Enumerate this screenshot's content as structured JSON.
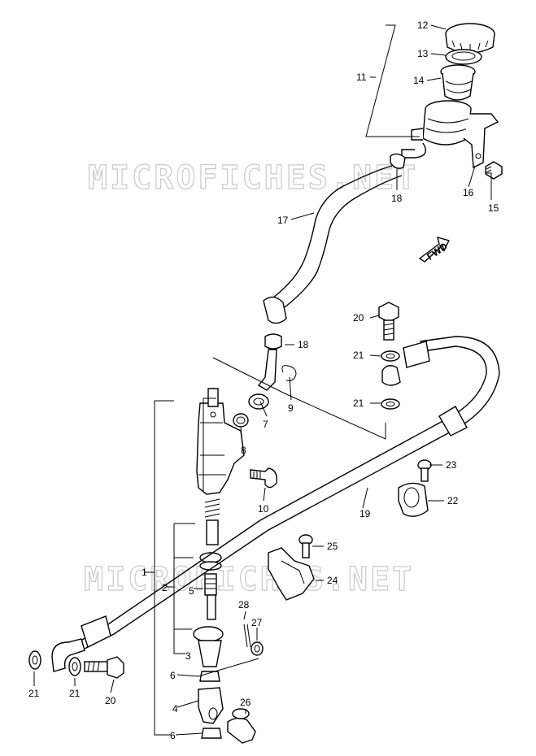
{
  "watermarks": [
    "MICROFICHES.NET",
    "MICROFICHES.NET"
  ],
  "fwd_label": "FWD",
  "callouts": [
    {
      "id": "p1",
      "label": "1"
    },
    {
      "id": "p2",
      "label": "2"
    },
    {
      "id": "p3",
      "label": "3"
    },
    {
      "id": "p4",
      "label": "4"
    },
    {
      "id": "p5",
      "label": "5"
    },
    {
      "id": "p6a",
      "label": "6"
    },
    {
      "id": "p6b",
      "label": "6"
    },
    {
      "id": "p7",
      "label": "7"
    },
    {
      "id": "p8",
      "label": "8"
    },
    {
      "id": "p9",
      "label": "9"
    },
    {
      "id": "p10",
      "label": "10"
    },
    {
      "id": "p11",
      "label": "11"
    },
    {
      "id": "p12",
      "label": "12"
    },
    {
      "id": "p13",
      "label": "13"
    },
    {
      "id": "p14",
      "label": "14"
    },
    {
      "id": "p15",
      "label": "15"
    },
    {
      "id": "p16",
      "label": "16"
    },
    {
      "id": "p17",
      "label": "17"
    },
    {
      "id": "p18a",
      "label": "18"
    },
    {
      "id": "p18b",
      "label": "18"
    },
    {
      "id": "p19",
      "label": "19"
    },
    {
      "id": "p20a",
      "label": "20"
    },
    {
      "id": "p20b",
      "label": "20"
    },
    {
      "id": "p21a",
      "label": "21"
    },
    {
      "id": "p21b",
      "label": "21"
    },
    {
      "id": "p21c",
      "label": "21"
    },
    {
      "id": "p21d",
      "label": "21"
    },
    {
      "id": "p22",
      "label": "22"
    },
    {
      "id": "p23",
      "label": "23"
    },
    {
      "id": "p24",
      "label": "24"
    },
    {
      "id": "p25",
      "label": "25"
    },
    {
      "id": "p26",
      "label": "26"
    },
    {
      "id": "p27",
      "label": "27"
    },
    {
      "id": "p28",
      "label": "28"
    }
  ]
}
